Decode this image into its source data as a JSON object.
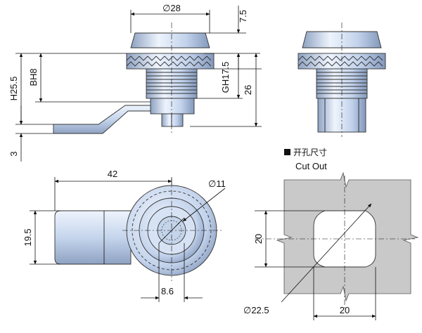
{
  "dimensions": {
    "top_width": "∅28",
    "top_cap": "7.5",
    "height_total": "H25.5",
    "body_thread": "BH8",
    "gh": "GH17.5",
    "right_height": "26",
    "bottom_gap": "3",
    "length": "42",
    "dia_inner": "∅11",
    "side_height": "19.5",
    "key_width": "8.6",
    "cutout_side": "20",
    "cutout_bottom": "20",
    "cutout_dia": "∅22.5"
  },
  "cutout": {
    "title_cn": "开孔尺寸",
    "title_en": "Cut Out"
  },
  "colors": {
    "metal_light": "#e4eefb",
    "metal_mid": "#b9cbe6",
    "metal_dark": "#7f93b5",
    "panel_gray": "#c9c9c9"
  }
}
